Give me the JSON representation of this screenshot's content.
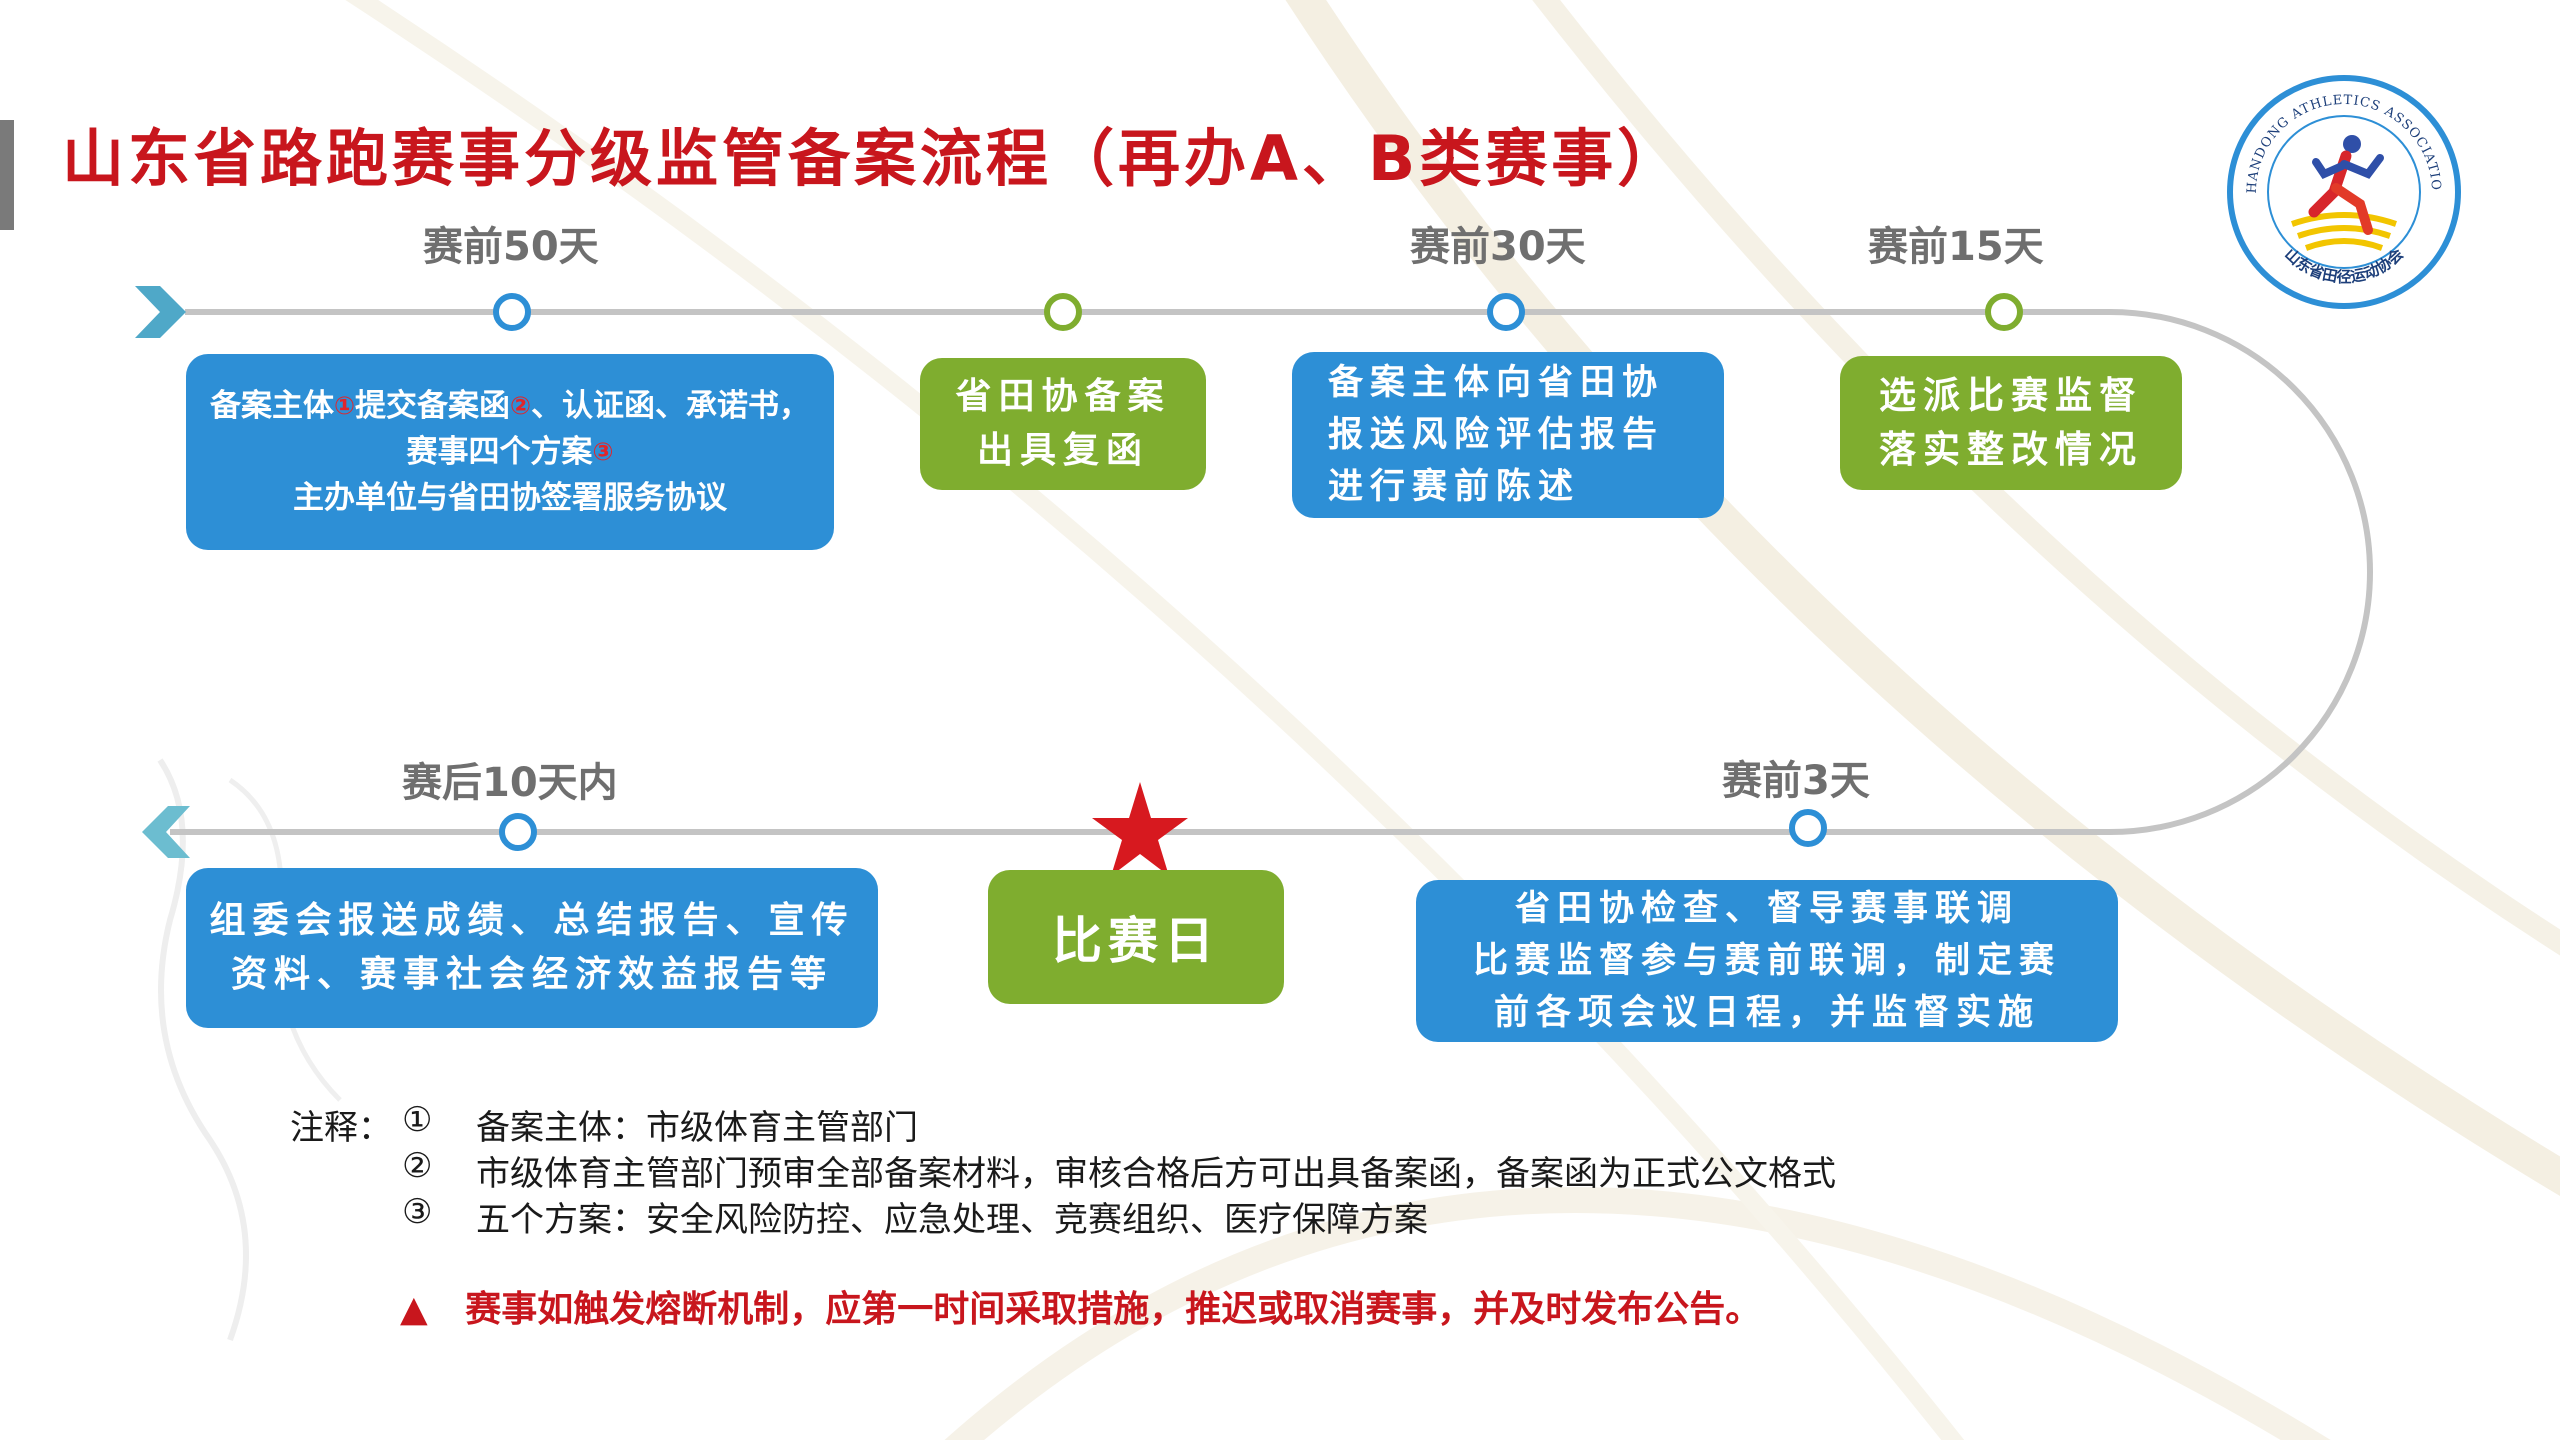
{
  "title": "山东省路跑赛事分级监管备案流程（再办A、B类赛事）",
  "timeline_top": {
    "labels": [
      "赛前50天",
      "赛前30天",
      "赛前15天"
    ],
    "box1": {
      "line1_a": "备案主体",
      "mark1": "①",
      "line1_b": "提交备案函",
      "mark2": "②",
      "line1_c": "、认证函、承诺书，",
      "line2_a": "赛事四个方案",
      "mark3": "③",
      "line3": "主办单位与省田协签署服务协议"
    },
    "box2": [
      "省田协备案",
      "出具复函"
    ],
    "box3": [
      "备案主体向省田协",
      "报送风险评估报告",
      "进行赛前陈述"
    ],
    "box4": [
      "选派比赛监督",
      "落实整改情况"
    ]
  },
  "timeline_bottom": {
    "labels": [
      "赛后10天内",
      "赛前3天"
    ],
    "box_left": [
      "组委会报送成绩、总结报告、宣传",
      "资料、赛事社会经济效益报告等"
    ],
    "box_center": "比赛日",
    "box_right": [
      "省田协检查、督导赛事联调",
      "比赛监督参与赛前联调，制定赛",
      "前各项会议日程，并监督实施"
    ]
  },
  "notes": {
    "heading": "注释：",
    "items": [
      {
        "num": "①",
        "text": "备案主体：市级体育主管部门"
      },
      {
        "num": "②",
        "text": "市级体育主管部门预审全部备案材料，审核合格后方可出具备案函，备案函为正式公文格式"
      },
      {
        "num": "③",
        "text": "五个方案：安全风险防控、应急处理、竞赛组织、医疗保障方案"
      }
    ]
  },
  "warning": {
    "symbol": "▲",
    "text": "赛事如触发熔断机制，应第一时间采取措施，推迟或取消赛事，并及时发布公告。"
  },
  "logo": {
    "top_text": "SHANDONG ATHLETICS ASSOCIATION",
    "bottom_text": "山东省田径运动协会"
  },
  "colors": {
    "title_red": "#c8161d",
    "box_blue": "#2d8fd6",
    "box_green": "#7fad2f",
    "node_blue": "#2d8fd6",
    "node_green": "#7fad2f",
    "track_gray": "#c4c4c4",
    "arrow_teal": "#5ab4cc",
    "star_red": "#d7191f"
  }
}
